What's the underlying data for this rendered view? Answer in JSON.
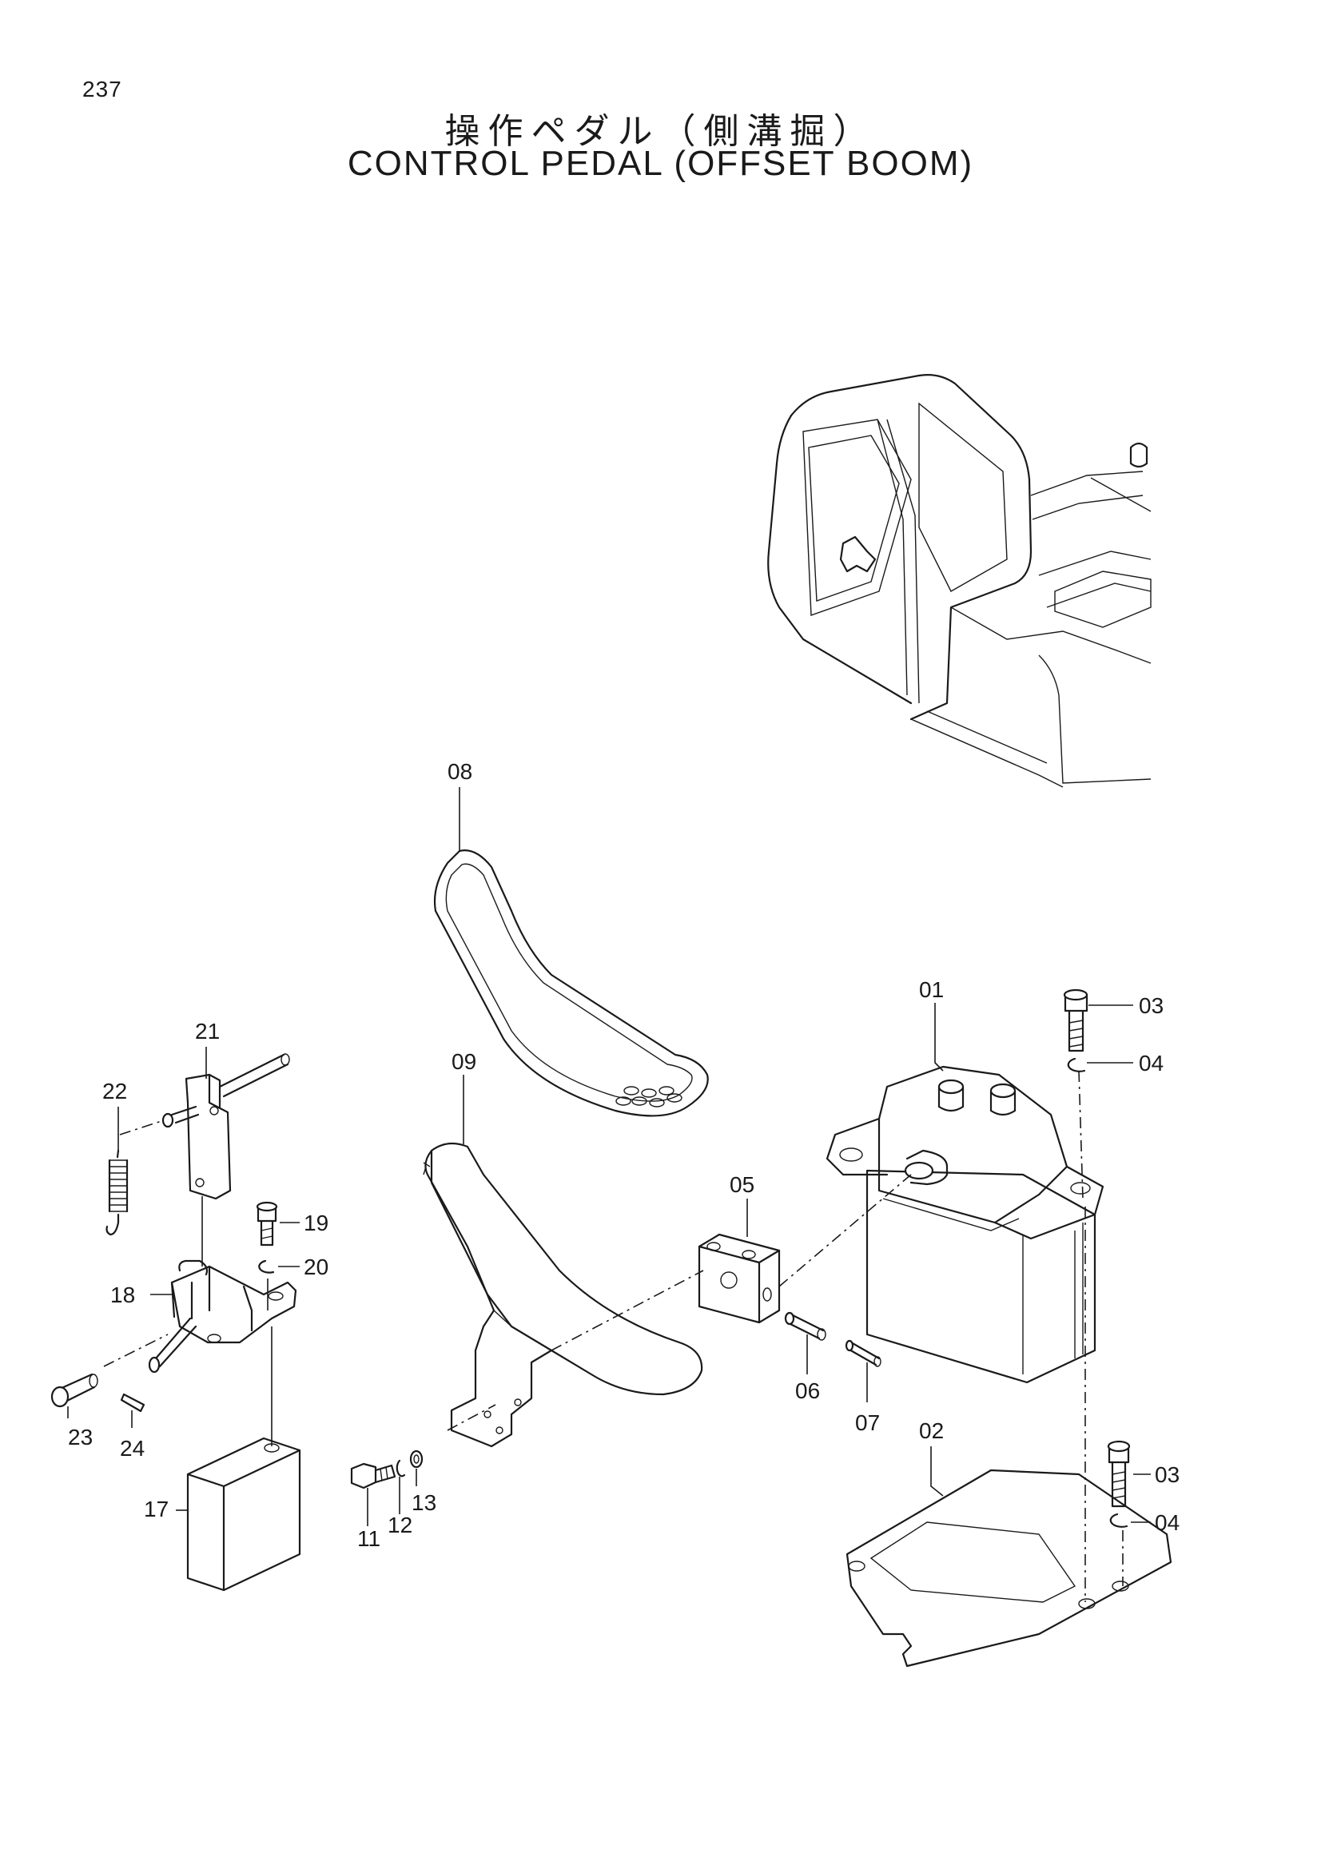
{
  "page_number": "237",
  "title_ja": "操作ペダル（側溝掘）",
  "title_en": "CONTROL PEDAL (OFFSET BOOM)",
  "part_labels": {
    "p01": "01",
    "p02": "02",
    "p03a": "03",
    "p03b": "03",
    "p04a": "04",
    "p04b": "04",
    "p05": "05",
    "p06": "06",
    "p07": "07",
    "p08": "08",
    "p09": "09",
    "p11": "11",
    "p12": "12",
    "p13": "13",
    "p17": "17",
    "p18": "18",
    "p19": "19",
    "p20": "20",
    "p21": "21",
    "p22": "22",
    "p23": "23",
    "p24": "24"
  }
}
